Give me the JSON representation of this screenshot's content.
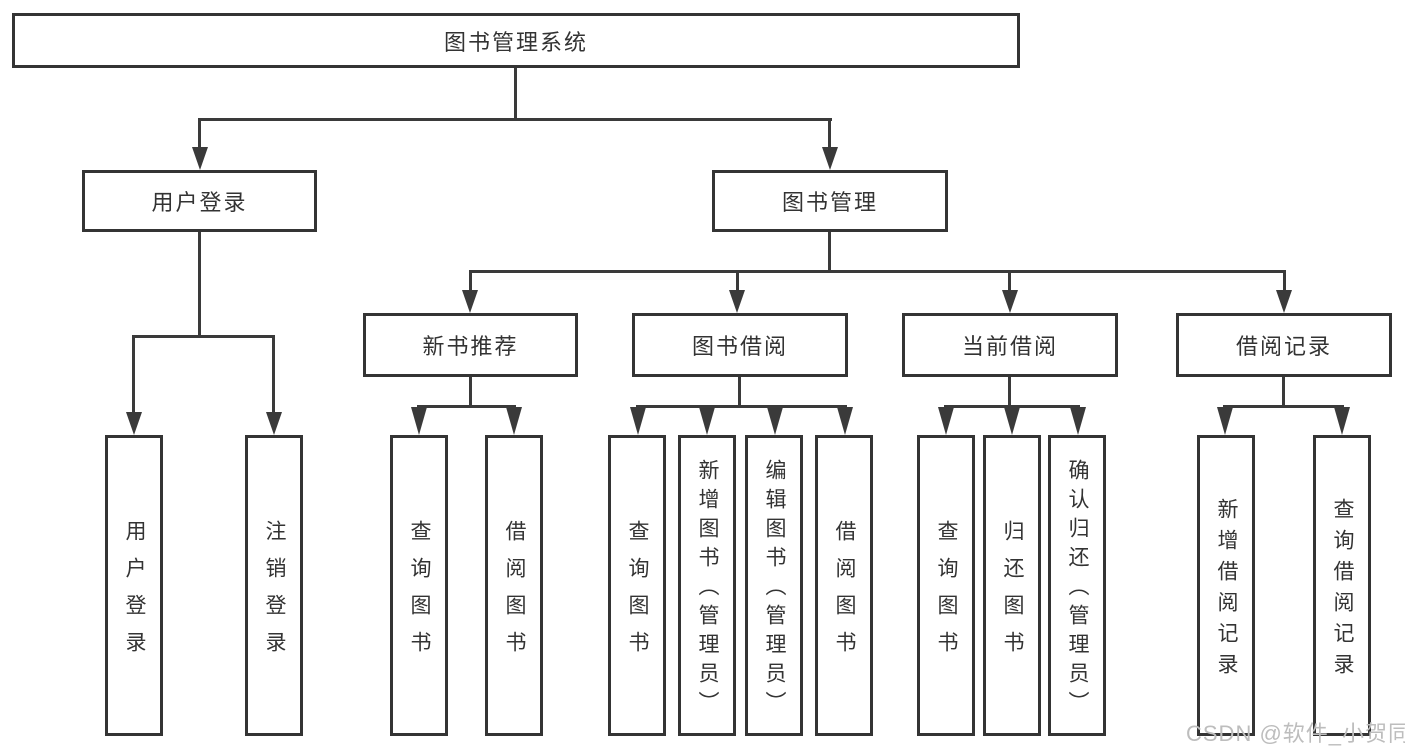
{
  "colors": {
    "line": "#3a3a3a",
    "box_border": "#343434",
    "text": "#333333",
    "watermark": "#bdbdbd",
    "background": "#ffffff"
  },
  "watermark": {
    "text": "CSDN @软件_小贺同学"
  },
  "tree": {
    "label": "图书管理系统",
    "children": [
      {
        "label": "用户登录",
        "children": [
          {
            "label": "用户登录"
          },
          {
            "label": "注销登录"
          }
        ]
      },
      {
        "label": "图书管理",
        "children": [
          {
            "label": "新书推荐",
            "children": [
              {
                "label": "查询图书"
              },
              {
                "label": "借阅图书"
              }
            ]
          },
          {
            "label": "图书借阅",
            "children": [
              {
                "label": "查询图书"
              },
              {
                "label": "新增图书（管理员）"
              },
              {
                "label": "编辑图书（管理员）"
              },
              {
                "label": "借阅图书"
              }
            ]
          },
          {
            "label": "当前借阅",
            "children": [
              {
                "label": "查询图书"
              },
              {
                "label": "归还图书"
              },
              {
                "label": "确认归还（管理员）"
              }
            ]
          },
          {
            "label": "借阅记录",
            "children": [
              {
                "label": "新增借阅记录"
              },
              {
                "label": "查询借阅记录"
              }
            ]
          }
        ]
      }
    ]
  }
}
